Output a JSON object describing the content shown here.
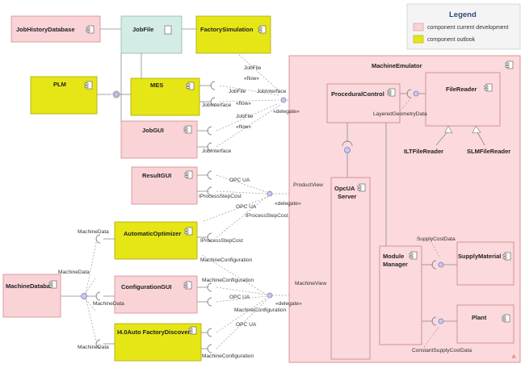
{
  "legend": {
    "title": "Legend",
    "items": [
      {
        "label": "component current development",
        "color": "#f9d3d6"
      },
      {
        "label": "component outlook",
        "color": "#e6e617"
      }
    ]
  },
  "components": {
    "job_history_db": "JobHistoryDatabase",
    "job_file": "JobFile",
    "factory_simulation": "FactorySimulation",
    "plm": "PLM",
    "mes": "MES",
    "job_gui": "JobGUI",
    "result_gui": "ResultGUI",
    "automatic_optimizer": "AutomaticOptimizer",
    "machine_database": "MachineDatabase",
    "configuration_gui": "ConfigurationGUI",
    "factory_discover": "I4.0Auto FactoryDiscover",
    "machine_emulator": "MachineEmulator",
    "procedural_control": "ProceduralControl",
    "file_reader": "FileReader",
    "ilt_file_reader": "ILTFileReader",
    "slm_file_reader": "SLMFileReader",
    "opcua_server_line1": "OpcUA",
    "opcua_server_line2": "Server",
    "module_manager_line1": "Module",
    "module_manager_line2": "Manager",
    "supply_material": "SupplyMaterial",
    "plant": "Plant"
  },
  "connectors": {
    "jobfile_top": "JobFile",
    "flow_top": "«flow»",
    "jobfile_mid": "JobFile",
    "jobinterface_mid": "JobInterface",
    "jobinterface_left": "JobInterface",
    "flow_mid": "«flow»",
    "delegate_top": "«delegate»",
    "jobfile_low": "JobFile",
    "flow_low": "«flow»",
    "jobinterface_low": "JobInterface",
    "layered_geometry": "LayeredGeometryData",
    "opcua_1": "OPC UA",
    "productview": "ProductView",
    "iprocess_1": "IProcessStepCost",
    "delegate_mid": "«delegate»",
    "opcua_2": "OPC UA",
    "iprocess_2": "IProcessStepCost",
    "machinedata_1": "MachineData",
    "iprocess_3": "IProcessStepCost",
    "supply_cost": "SupplyCostData",
    "machineconfig_1": "MachineConfiguration",
    "machinedata_2": "MachineData",
    "machineconfig_2": "MachineConfiguration",
    "machineview": "MachineView",
    "machinedata_3": "MachineData",
    "opcua_3": "OPC UA",
    "delegate_low": "«delegate»",
    "machineconfig_3": "MachineConfiguration",
    "opcua_4": "OPC UA",
    "machinedata_4": "MachineData",
    "machineconfig_4": "MachineConfiguration",
    "constant_supply": "ConstantSupplyCostData",
    "corner_mark": "A"
  }
}
